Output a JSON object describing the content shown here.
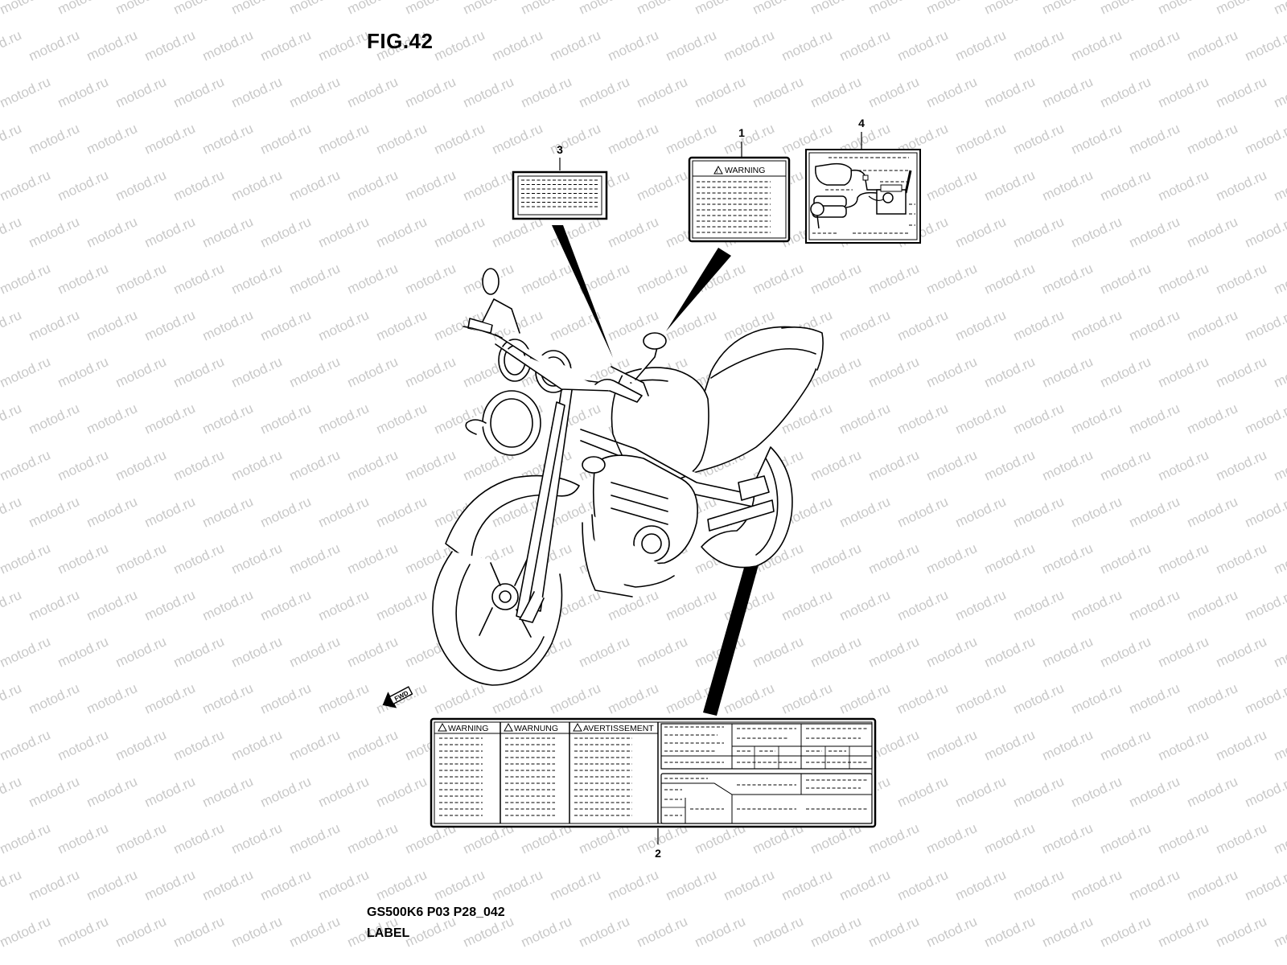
{
  "figure": {
    "title": "FIG.42",
    "model_code": "GS500K6 P03 P28_042",
    "group_name": "LABEL"
  },
  "watermark": {
    "text": "motod.ru",
    "color": "#c8c8c8"
  },
  "callouts": {
    "c1": "1",
    "c2": "2",
    "c3": "3",
    "c4": "4"
  },
  "labels": {
    "label1_heading": "WARNING",
    "label2_headings": [
      "WARNING",
      "WARNUNG",
      "AVERTISSEMENT"
    ]
  },
  "arrow": {
    "text": "FWD"
  }
}
